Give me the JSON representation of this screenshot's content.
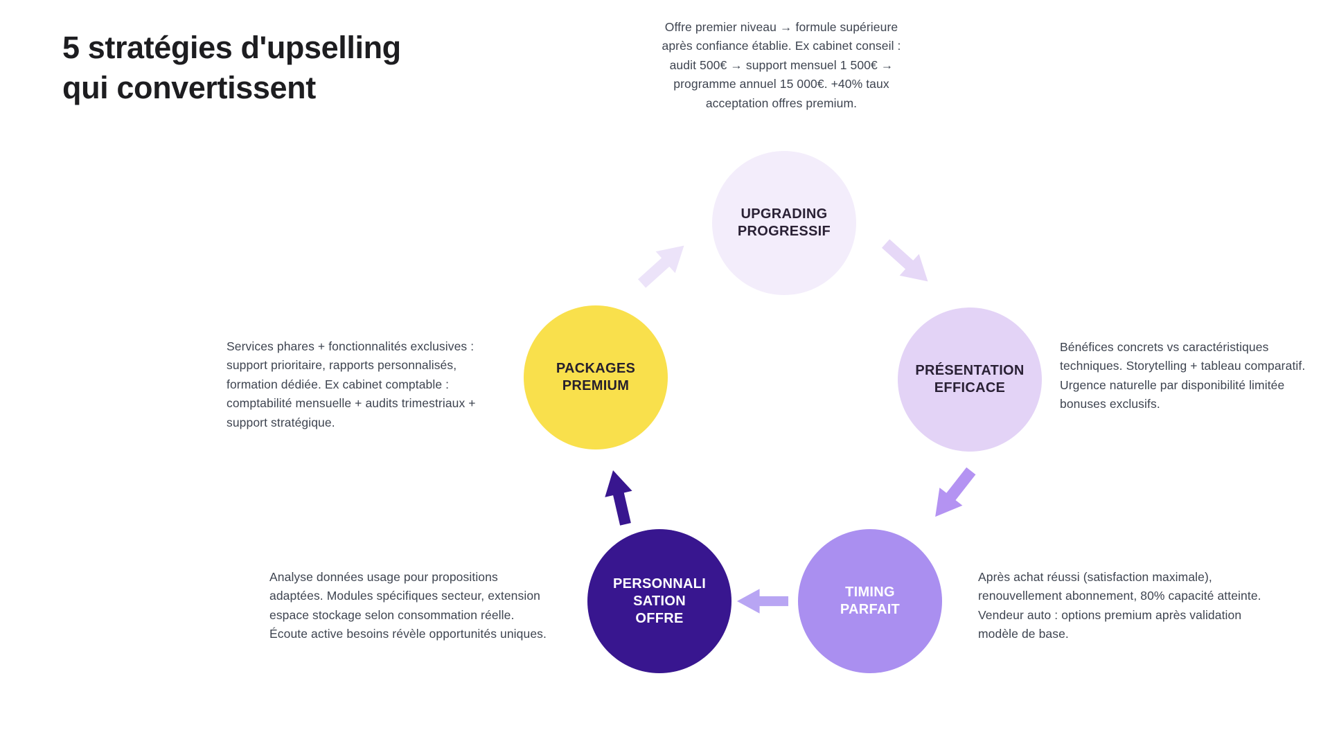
{
  "title": "5 stratégies d'upselling\nqui convertissent",
  "colors": {
    "background": "#ffffff",
    "title": "#1d1d20",
    "body_text": "#3e4450"
  },
  "cycle": {
    "steps": [
      {
        "id": "upgrading-progressif",
        "label": "UPGRADING\nPROGRESSIF",
        "circle_color": "#f3edfb",
        "label_color": "#2a2135",
        "description": "Offre premier niveau → formule supérieure après confiance établie. Ex cabinet conseil : audit 500€ → support mensuel 1 500€ → programme annuel 15 000€. +40% taux acceptation offres premium."
      },
      {
        "id": "presentation-efficace",
        "label": "PRÉSENTATION\nEFFICACE",
        "circle_color": "#e3d3f6",
        "label_color": "#2a2135",
        "description": "Bénéfices concrets vs caractéristiques techniques. Storytelling + tableau comparatif. Urgence naturelle par disponibilité limitée bonuses exclusifs."
      },
      {
        "id": "timing-parfait",
        "label": "TIMING\nPARFAIT",
        "circle_color": "#aa8ff0",
        "label_color": "#ffffff",
        "description": "Après achat réussi (satisfaction maximale), renouvellement abonnement, 80% capacité atteinte. Vendeur auto : options premium après validation modèle de base."
      },
      {
        "id": "personnalisation-offre",
        "label": "PERSONNALI\nSATION\nOFFRE",
        "circle_color": "#38168f",
        "label_color": "#ffffff",
        "description": "Analyse données usage pour propositions adaptées. Modules spécifiques secteur, extension espace stockage selon consommation réelle. Écoute active besoins révèle opportunités uniques."
      },
      {
        "id": "packages-premium",
        "label": "PACKAGES\nPREMIUM",
        "circle_color": "#f9e04c",
        "label_color": "#261f2d",
        "description": "Services phares + fonctionnalités exclusives : support prioritaire, rapports personnalisés, formation dédiée. Ex cabinet comptable : comptabilité mensuelle + audits trimestriaux + support stratégique."
      }
    ],
    "arrows": [
      {
        "from": "packages-premium",
        "to": "upgrading-progressif",
        "color": "#ece3f9"
      },
      {
        "from": "upgrading-progressif",
        "to": "presentation-efficace",
        "color": "#e6d8f7"
      },
      {
        "from": "presentation-efficace",
        "to": "timing-parfait",
        "color": "#b493f2"
      },
      {
        "from": "timing-parfait",
        "to": "personnalisation-offre",
        "color": "#b8a5f3"
      },
      {
        "from": "personnalisation-offre",
        "to": "packages-premium",
        "color": "#38168f"
      }
    ]
  }
}
